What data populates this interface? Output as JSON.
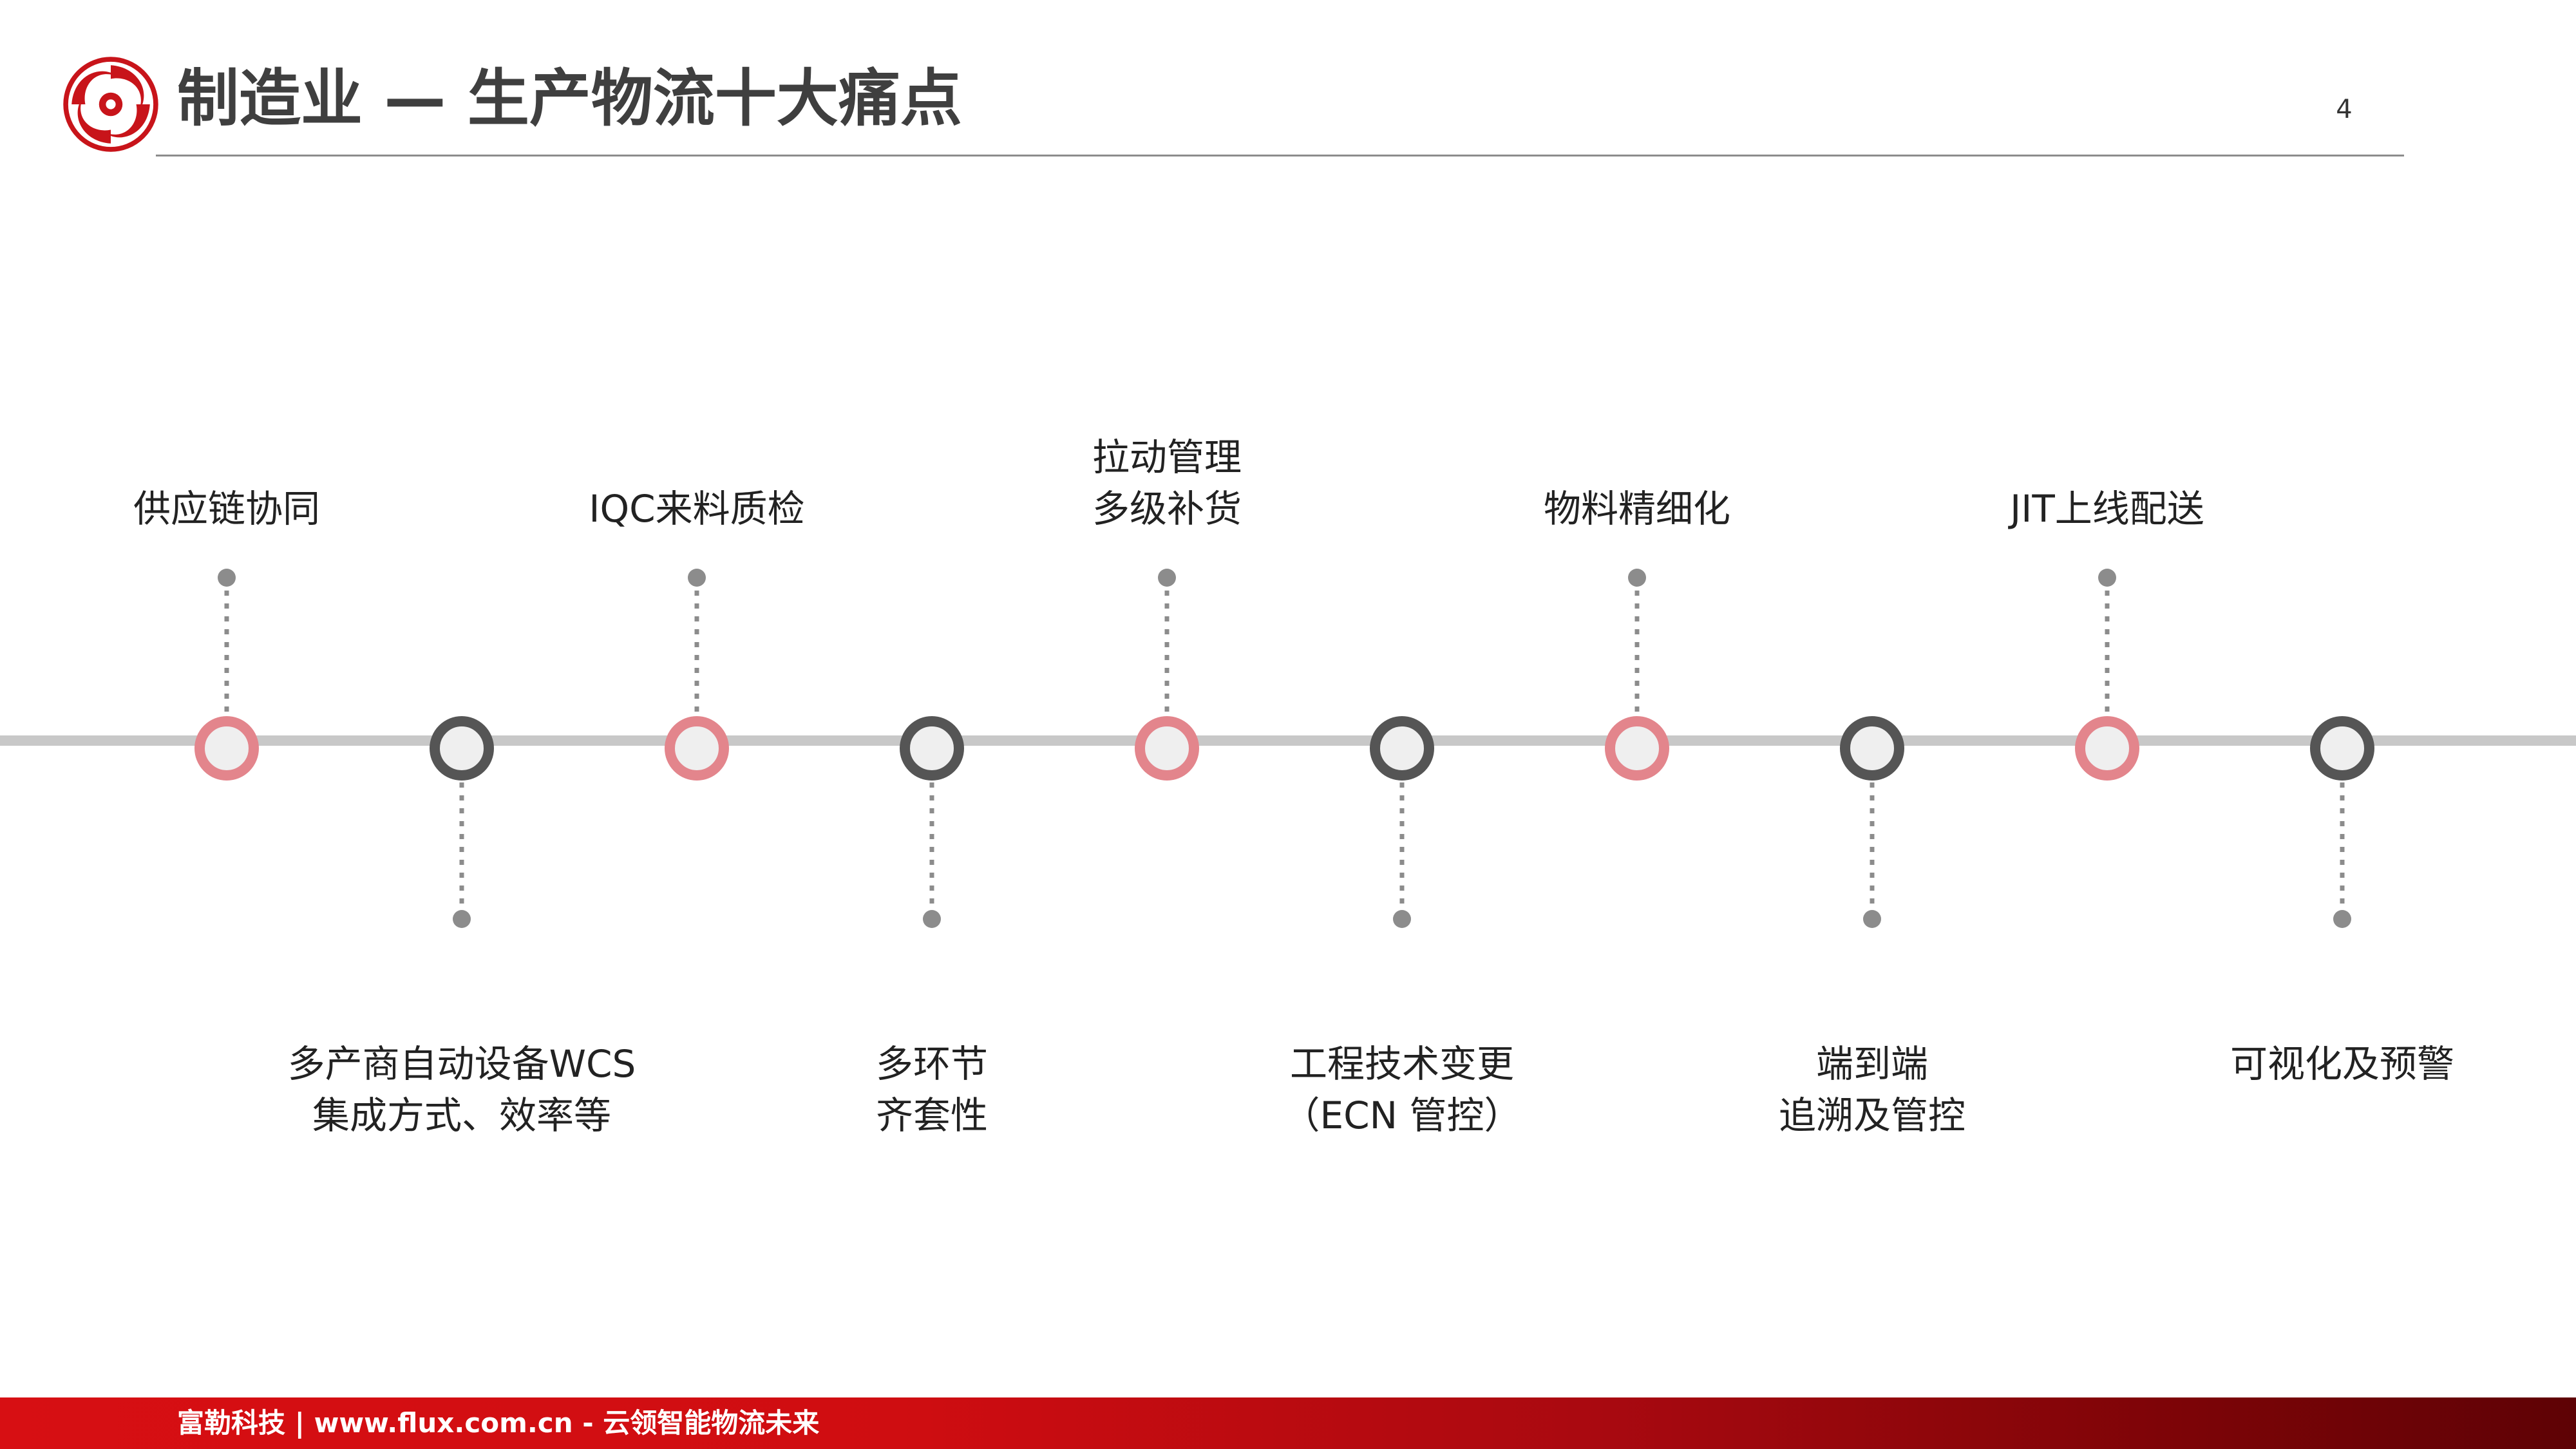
{
  "header": {
    "title": "制造业 — 生产物流十大痛点",
    "page_number": "4"
  },
  "colors": {
    "accent": "#E3858C",
    "dark": "#555555",
    "line": "#C8C8C8",
    "footer": "#D70F13"
  },
  "icons": {
    "logo": "red-swirl-logo"
  },
  "timeline": {
    "points": [
      {
        "lines": [
          "供应链协同"
        ],
        "position": "above",
        "style": "pink"
      },
      {
        "lines": [
          "多产商自动设备WCS",
          "集成方式、效率等"
        ],
        "position": "below",
        "style": "dark"
      },
      {
        "lines": [
          "IQC来料质检"
        ],
        "position": "above",
        "style": "pink"
      },
      {
        "lines": [
          "多环节",
          "齐套性"
        ],
        "position": "below",
        "style": "dark"
      },
      {
        "lines": [
          "拉动管理",
          "多级补货"
        ],
        "position": "above",
        "style": "pink"
      },
      {
        "lines": [
          "工程技术变更",
          "（ECN 管控）"
        ],
        "position": "below",
        "style": "dark"
      },
      {
        "lines": [
          "物料精细化"
        ],
        "position": "above",
        "style": "pink"
      },
      {
        "lines": [
          "端到端",
          "追溯及管控"
        ],
        "position": "below",
        "style": "dark"
      },
      {
        "lines": [
          "JIT上线配送"
        ],
        "position": "above",
        "style": "pink"
      },
      {
        "lines": [
          "可视化及预警"
        ],
        "position": "below",
        "style": "dark"
      }
    ]
  },
  "footer": {
    "text": "富勒科技 | www.flux.com.cn  -  云领智能物流未来"
  }
}
